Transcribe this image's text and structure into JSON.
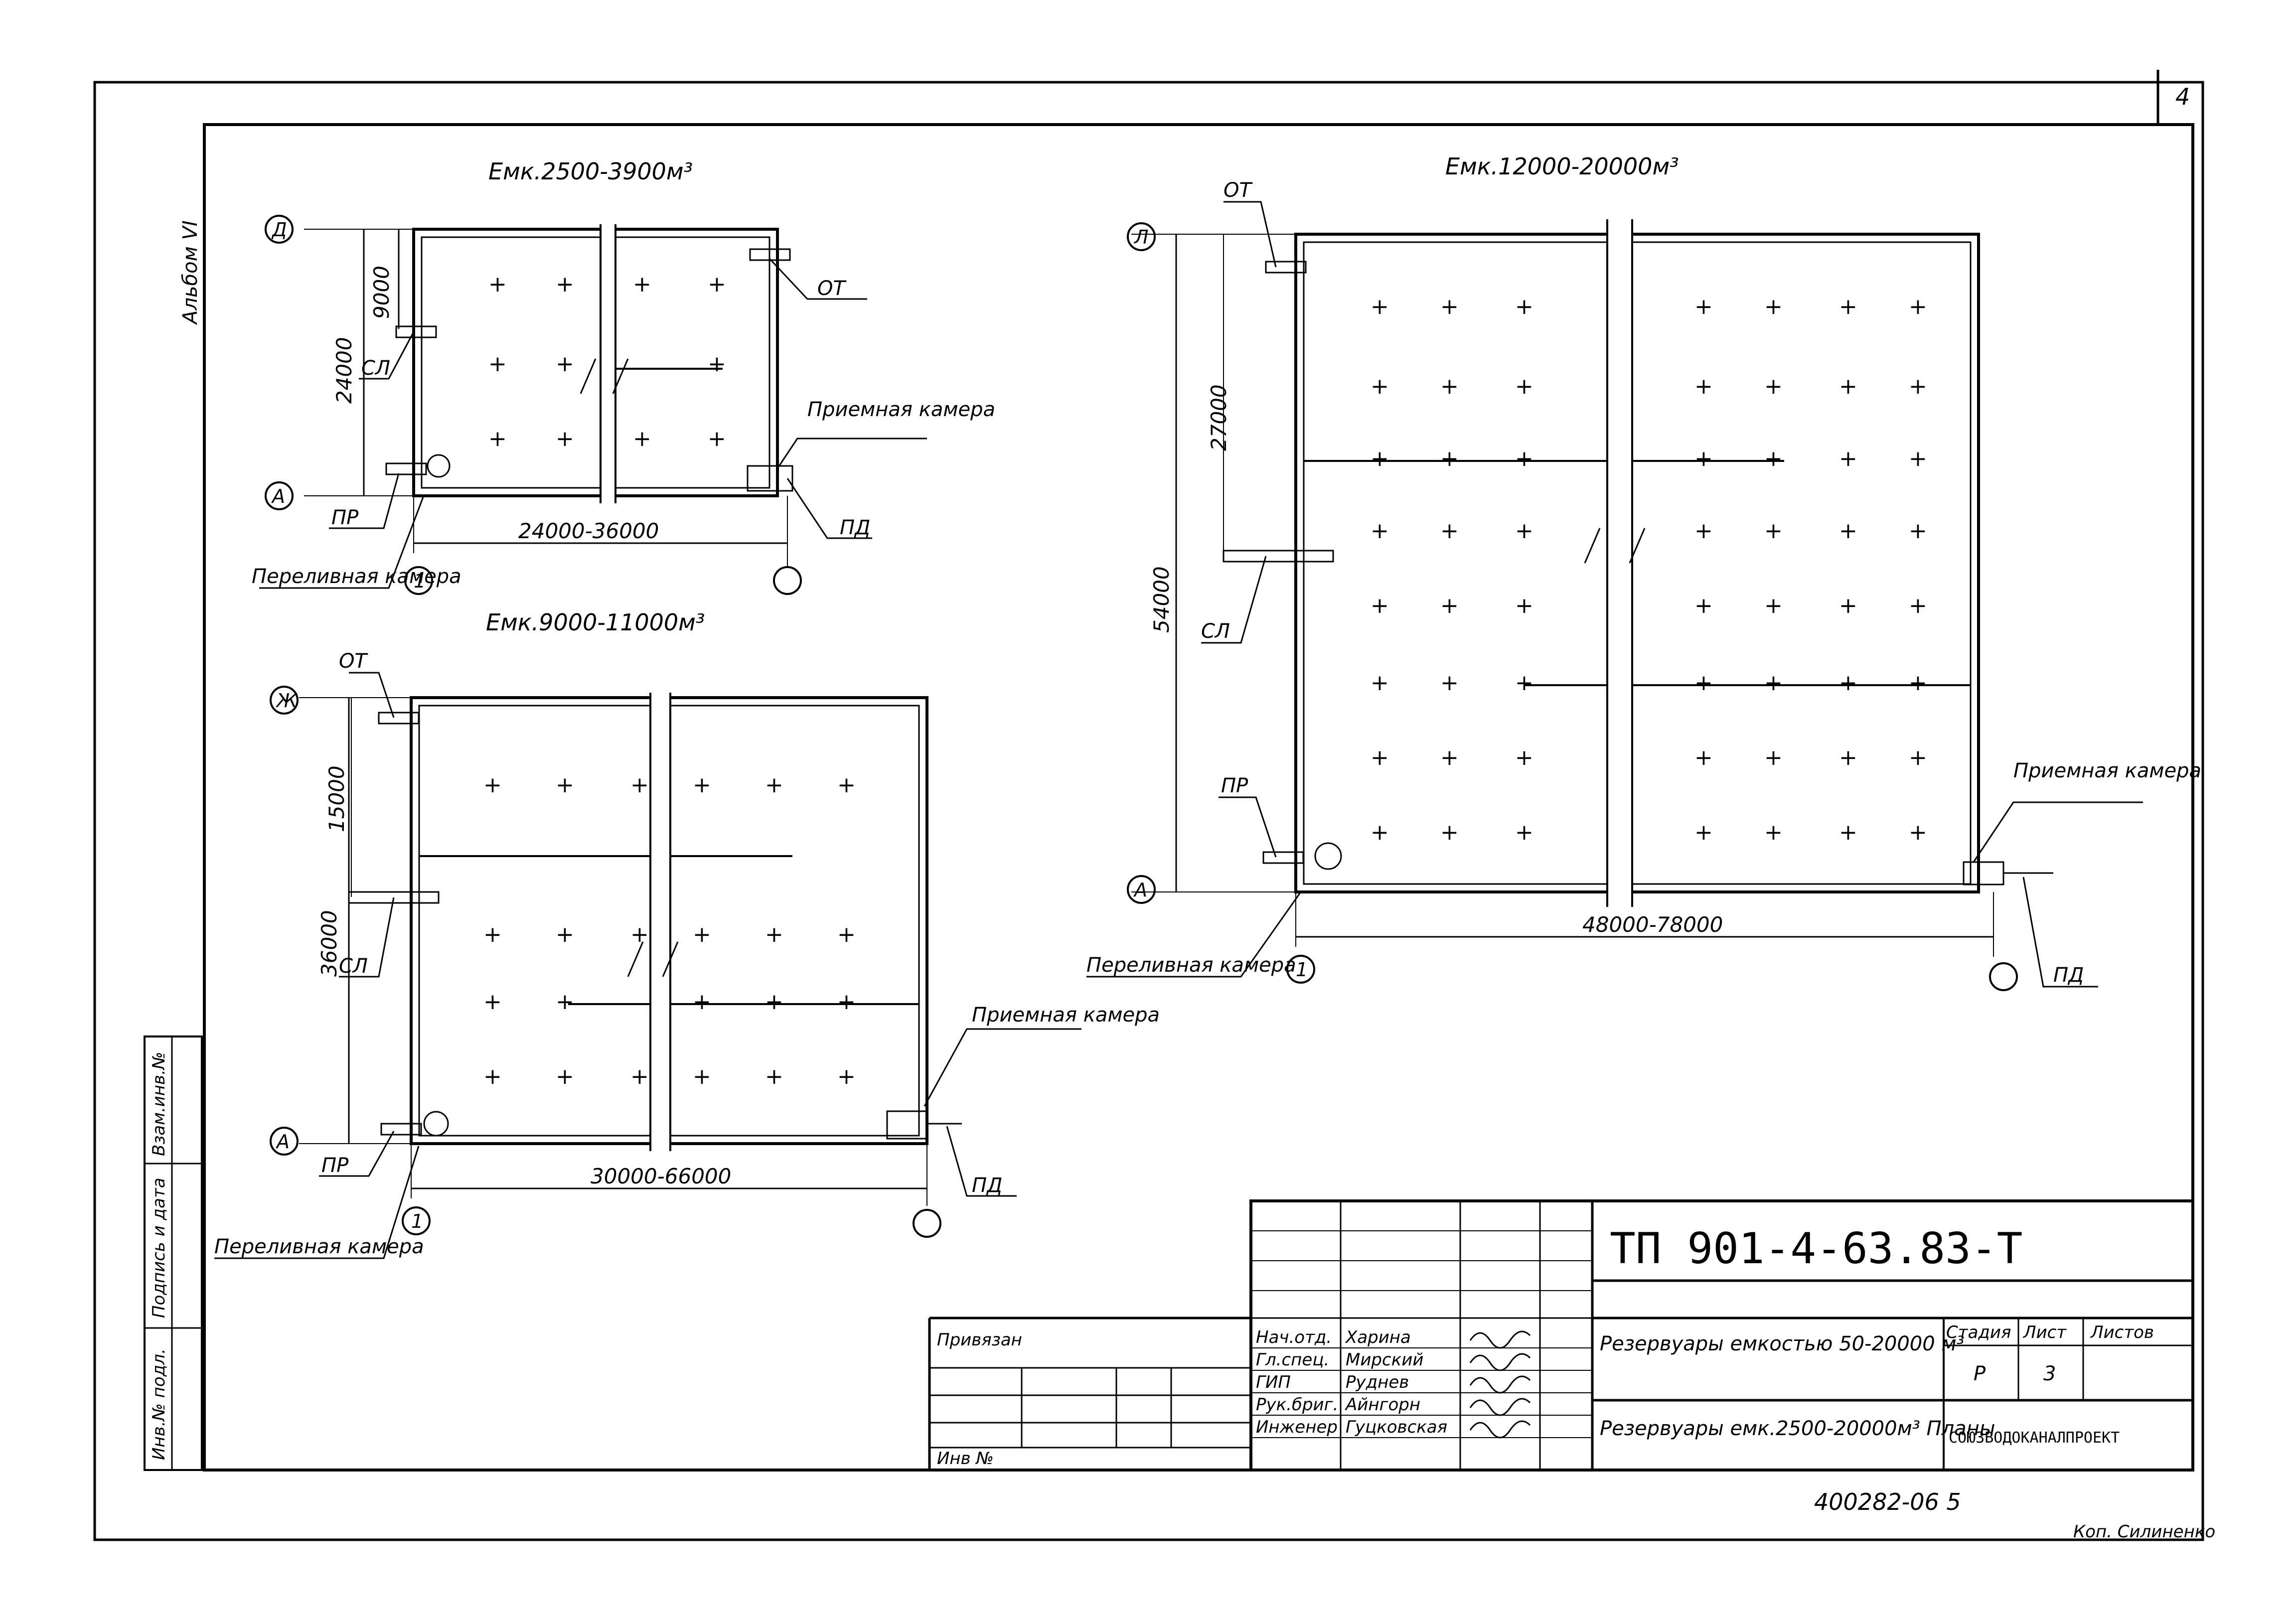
{
  "sheet_number": "4",
  "album_label": "Альбом VI",
  "plans": [
    {
      "title": "Емк.2500-3900м³",
      "height_dim": "24000",
      "sub_dim": "9000",
      "width_dim": "24000-36000",
      "axis_top": "Д",
      "axis_bottom": "А",
      "axis_left": "1",
      "labels": {
        "ot": "ОТ",
        "sl": "СЛ",
        "pr": "ПР",
        "pd": "ПД",
        "receiving": "Приемная камера",
        "overflow": "Переливная камера"
      }
    },
    {
      "title": "Емк.9000-11000м³",
      "height_dim": "36000",
      "sub_dim": "15000",
      "width_dim": "30000-66000",
      "axis_top": "Ж",
      "axis_bottom": "А",
      "axis_left": "1",
      "labels": {
        "ot": "ОТ",
        "sl": "СЛ",
        "pr": "ПР",
        "pd": "ПД",
        "receiving": "Приемная камера",
        "overflow": "Переливная камера"
      }
    },
    {
      "title": "Емк.12000-20000м³",
      "height_dim": "54000",
      "sub_dim": "27000",
      "width_dim": "48000-78000",
      "axis_top": "Л",
      "axis_bottom": "А",
      "axis_left": "1",
      "labels": {
        "ot": "ОТ",
        "sl": "СЛ",
        "pr": "ПР",
        "pd": "ПД",
        "receiving": "Приемная камера",
        "overflow": "Переливная камера"
      }
    }
  ],
  "side_stamp": [
    "Инв.№ подл.",
    "Подпись и дата",
    "Взам.инв.№"
  ],
  "title_block": {
    "doc_code": "ТП 901-4-63.83-Т",
    "bound": "Привязан",
    "inv": "Инв №",
    "roles": [
      "Нач.отд.",
      "Гл.спец.",
      "ГИП",
      "Рук.бриг.",
      "Инженер"
    ],
    "names": [
      "Харина",
      "Мирский",
      "Руднев",
      "Айнгорн",
      "Гуцковская"
    ],
    "project": "Резервуары емкостью 50-20000 м³",
    "sheet_title": "Резервуары емк.2500-20000м³ Планы",
    "stage_label": "Стадия",
    "sheet_label": "Лист",
    "sheets_label": "Листов",
    "stage": "Р",
    "sheet": "3",
    "org": "СОЮЗВОДОКАНАЛПРОЕКТ"
  },
  "archive_number": "400282-06 5",
  "copied_by": "Коп. Силиненко"
}
